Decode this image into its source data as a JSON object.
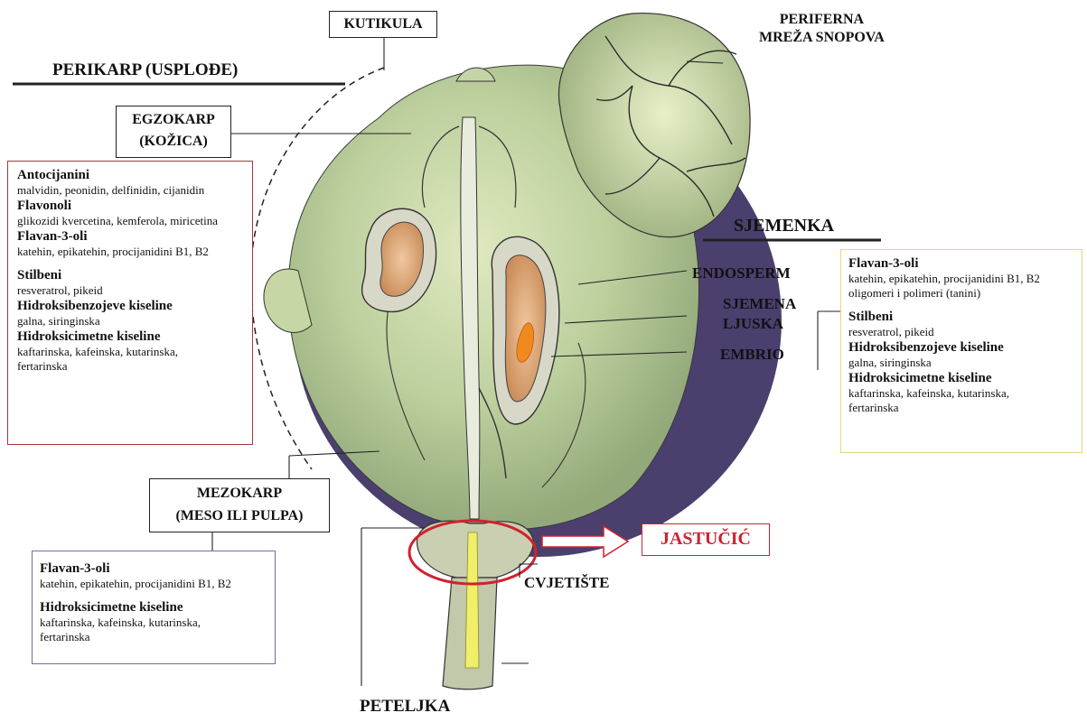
{
  "labels": {
    "kutikula": "KUTIKULA",
    "periferna_1": "PERIFERNA",
    "periferna_2": "MREŽA SNOPOVA",
    "perikarp": "PERIKARP (USPLOĐE)",
    "egzokarp_1": "EGZOKARP",
    "egzokarp_2": "(KOŽICA)",
    "sjemenka": "SJEMENKA",
    "endosperm": "ENDOSPERM",
    "sjemena_1": "SJEMENA",
    "sjemena_2": "LJUSKA",
    "embrio": "EMBRIO",
    "mezokarp_1": "MEZOKARP",
    "mezokarp_2": "(MESO ILI PULPA)",
    "jastucic": "JASTUČIĆ",
    "cvjetiste": "CVJETIŠTE",
    "peteljka": "PETELJKA"
  },
  "exocarp_box": {
    "h1": "Antocijanini",
    "t1": "malvidin, peonidin, delfinidin, cijanidin",
    "h2": "Flavonoli",
    "t2": "glikozidi kvercetina, kemferola, miricetina",
    "h3": "Flavan-3-oli",
    "t3": "katehin, epikatehin, procijanidini B1, B2",
    "h4": "Stilbeni",
    "t4": "resveratrol, pikeid",
    "h5": "Hidroksibenzojeve kiseline",
    "t5": "galna, siringinska",
    "h6": "Hidroksicimetne kiseline",
    "t6a": "kaftarinska, kafeinska, kutarinska,",
    "t6b": "fertarinska"
  },
  "seed_box": {
    "h1": "Flavan-3-oli",
    "t1a": "katehin, epikatehin, procijanidini B1, B2",
    "t1b": "oligomeri i polimeri (tanini)",
    "h2": "Stilbeni",
    "t2": "resveratrol, pikeid",
    "h3": "Hidroksibenzojeve kiseline",
    "t3": "galna, siringinska",
    "h4": "Hidroksicimetne kiseline",
    "t4a": "kaftarinska, kafeinska, kutarinska,",
    "t4b": "fertarinska"
  },
  "pulp_box": {
    "h1": "Flavan-3-oli",
    "t1": "katehin, epikatehin, procijanidini B1, B2",
    "h2": "Hidroksicimetne kiseline",
    "t2a": "kaftarinska, kafeinska, kutarinska,",
    "t2b": "fertarinska"
  },
  "colors": {
    "skin": "#4b3f6e",
    "flesh": "#b9cc9c",
    "highlight": "#d8e6b4",
    "seed_core": "#d9a06a",
    "embryo": "#f08a1e",
    "accent_red": "#d0222f",
    "exocarp_border": "#a03a3a",
    "seed_border": "#e6d58a",
    "pulp_border": "#6e6ea8"
  }
}
